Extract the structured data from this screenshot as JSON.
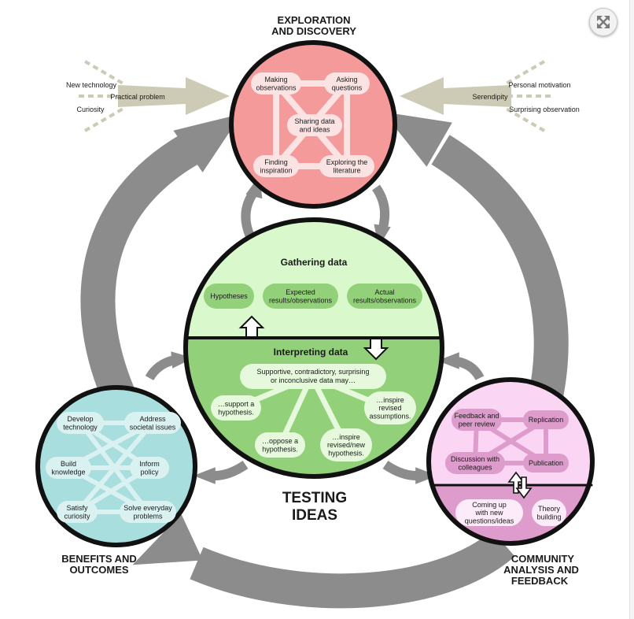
{
  "toolbar": {
    "expand_icon": "expand-arrows-icon"
  },
  "colors": {
    "exploration": "#f59a9a",
    "testing_top": "#d9f9cc",
    "testing_bottom": "#93d07a",
    "benefits": "#a8dedd",
    "community_top": "#fbd5f4",
    "community_bottom": "#dd9ccc",
    "cycle_arrow": "#8c8c8c",
    "input_arrow": "#cdcbb5"
  },
  "exploration": {
    "title_line1": "EXPLORATION",
    "title_line2": "AND DISCOVERY",
    "nodes": [
      {
        "id": "making",
        "lines": [
          "Making",
          "observations"
        ]
      },
      {
        "id": "asking",
        "lines": [
          "Asking",
          "questions"
        ]
      },
      {
        "id": "sharing",
        "lines": [
          "Sharing data",
          "and ideas"
        ]
      },
      {
        "id": "finding",
        "lines": [
          "Finding",
          "inspiration"
        ]
      },
      {
        "id": "exploring",
        "lines": [
          "Exploring the",
          "literature"
        ]
      }
    ]
  },
  "inputs_left": [
    "New technology",
    "Practical problem",
    "Curiosity"
  ],
  "inputs_right": [
    "Personal motivation",
    "Serendipity",
    "Surprising observation"
  ],
  "testing": {
    "title_line1": "TESTING",
    "title_line2": "IDEAS",
    "gathering_title": "Gathering data",
    "gathering_nodes": [
      {
        "id": "hypotheses",
        "lines": [
          "Hypotheses"
        ]
      },
      {
        "id": "expected",
        "lines": [
          "Expected",
          "results/observations"
        ]
      },
      {
        "id": "actual",
        "lines": [
          "Actual",
          "results/observations"
        ]
      }
    ],
    "interpreting_title": "Interpreting data",
    "data_may": [
      "Supportive, contradictory, surprising",
      "or inconclusive data may…"
    ],
    "outcomes": [
      {
        "id": "support",
        "lines": [
          "…support a",
          "hypothesis."
        ]
      },
      {
        "id": "oppose",
        "lines": [
          "…oppose a",
          "hypothesis."
        ]
      },
      {
        "id": "revise_hyp",
        "lines": [
          "…inspire",
          "revised/new",
          "hypothesis."
        ]
      },
      {
        "id": "revise_assump",
        "lines": [
          "…inspire",
          "revised",
          "assumptions."
        ]
      }
    ]
  },
  "benefits": {
    "title_line1": "BENEFITS AND",
    "title_line2": "OUTCOMES",
    "nodes": [
      {
        "id": "develop",
        "lines": [
          "Develop",
          "technology"
        ]
      },
      {
        "id": "address",
        "lines": [
          "Address",
          "societal issues"
        ]
      },
      {
        "id": "build",
        "lines": [
          "Build",
          "knowledge"
        ]
      },
      {
        "id": "inform",
        "lines": [
          "Inform",
          "policy"
        ]
      },
      {
        "id": "satisfy",
        "lines": [
          "Satisfy",
          "curiosity"
        ]
      },
      {
        "id": "solve",
        "lines": [
          "Solve everyday",
          "problems"
        ]
      }
    ]
  },
  "community": {
    "title_line1": "COMMUNITY",
    "title_line2": "ANALYSIS AND",
    "title_line3": "FEEDBACK",
    "nodes": [
      {
        "id": "feedback",
        "lines": [
          "Feedback and",
          "peer review"
        ]
      },
      {
        "id": "replication",
        "lines": [
          "Replication"
        ]
      },
      {
        "id": "discussion",
        "lines": [
          "Discussion with",
          "colleagues"
        ]
      },
      {
        "id": "publication",
        "lines": [
          "Publication"
        ]
      },
      {
        "id": "coming_up",
        "lines": [
          "Coming up",
          "with new",
          "questions/ideas"
        ]
      },
      {
        "id": "theory",
        "lines": [
          "Theory",
          "building"
        ]
      }
    ]
  }
}
